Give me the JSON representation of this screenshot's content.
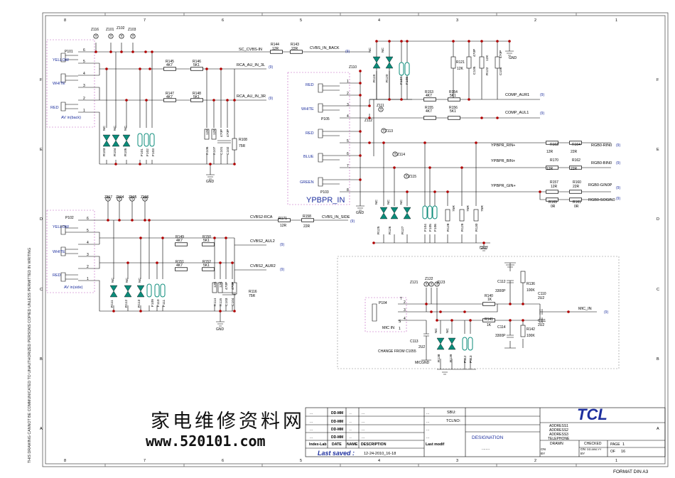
{
  "frame": {
    "columns": [
      "8",
      "7",
      "6",
      "5",
      "4",
      "3",
      "2",
      "1"
    ],
    "rows": [
      "F",
      "E",
      "D",
      "C",
      "B",
      "A"
    ],
    "side_note": "THIS DRAWING CANNOT BE COMMUNICATED TO UNAUTHORIZED PERSONS COPIED UNLESS PERMITTED IN WRITING",
    "format": "FORMAT DIN A3"
  },
  "connectors": {
    "p101": {
      "ref": "P101",
      "caption": "AV in(back)",
      "labels": [
        "YELLOW",
        "WHITE",
        "RED"
      ],
      "pins": [
        "6",
        "5",
        "4",
        "3",
        "2",
        "1"
      ]
    },
    "p102": {
      "ref": "P102",
      "caption": "AV in(side)",
      "labels": [
        "YELLOW",
        "WHITE",
        "RED"
      ],
      "pins": [
        "6",
        "5",
        "4",
        "3",
        "2",
        "1"
      ]
    },
    "p103": {
      "ref": "P103",
      "ref2": "P105",
      "caption": "YPBPR_IN",
      "labels": [
        "RED",
        "WHITE",
        "RED",
        "BLUE",
        "GREEN"
      ],
      "pins": [
        "1",
        "2",
        "3",
        "4",
        "5",
        "6",
        "7",
        "8"
      ]
    },
    "p104": {
      "ref": "P104",
      "caption": "MIC IN",
      "pins": [
        "T",
        "2",
        "3",
        "4",
        "S",
        "1"
      ]
    }
  },
  "nets": {
    "sc_cvbs_in": "SC_CVBS-IN",
    "cvbs_in_back": "CVBS_IN_BACK",
    "rca_au_in_3l": "RCA_AU_IN_3L",
    "rca_au_in_3r": "RCA_AU_IN_3R",
    "cvbs2_rca": "CVBS2-RCA",
    "cvbs_in_side": "CVBS_IN_SIDE",
    "cvbs2_aul2": "CVBS2_AUL2",
    "cvbs2_aur2": "CVBS2_AUR2",
    "comp_aur1": "COMP_AUR1",
    "comp_aul1": "COMP_AUL1",
    "ypbpr_rin": "YPBPR_RIN+",
    "ypbpr_bin": "YPBPR_BIN+",
    "ypbpr_gin": "YPBPR_GIN+",
    "rgb0_rin0": "RGB0-RIN0",
    "rgb0_bin0": "RGB0-BIN0",
    "rgb0_gin0p": "RGB0-GIN0P",
    "rgb0_sogin0": "RGB0-SOGIN0",
    "mic_in": "MIC_IN",
    "micgnd": "MICGND",
    "gnd": "GND",
    "page_ref": "(9)"
  },
  "testpoints": {
    "top_back": [
      "Z116",
      "Z101",
      "Z102",
      "Z103"
    ],
    "top_side": [
      "Z117",
      "Z104",
      "Z105",
      "Z106"
    ],
    "ypbpr": [
      "Z110",
      "Z111",
      "Z112",
      "Z113",
      "Z114",
      "Z115"
    ],
    "mic": [
      "Z121",
      "Z122",
      "Z123"
    ],
    "t": "T"
  },
  "components": {
    "r144": [
      "R144",
      "12R"
    ],
    "r143": [
      "R143",
      "22R"
    ],
    "r145": [
      "R145",
      "4K7"
    ],
    "r146": [
      "R146",
      "5K1"
    ],
    "r147": [
      "R147",
      "4K7"
    ],
    "r148": [
      "R148",
      "5K1"
    ],
    "r108": [
      "R108",
      "75R"
    ],
    "back_diodes": [
      "R103",
      "R104",
      "R105"
    ],
    "back_ferrites": [
      "F101",
      "F102",
      "F103"
    ],
    "back_caps": [
      [
        "R106",
        "12K"
      ],
      [
        "R107",
        "12K"
      ],
      [
        "C101",
        "470P"
      ],
      [
        "C102",
        "470P"
      ]
    ],
    "r171": [
      "R171",
      "12R"
    ],
    "r158": [
      "R158",
      "22R"
    ],
    "r149": [
      "R149",
      "4K7"
    ],
    "r150": [
      "R150",
      "5K1"
    ],
    "r151": [
      "R151",
      "4K7"
    ],
    "r152": [
      "R152",
      "5K1"
    ],
    "r116": [
      "R116",
      "75R"
    ],
    "side_diodes": [
      "R111",
      "R112",
      "R113"
    ],
    "side_ferrites": [
      "F109",
      "F110",
      "F111"
    ],
    "side_caps": [
      [
        "R114",
        "12K"
      ],
      [
        "R115",
        "12K"
      ],
      [
        "C103",
        "470P"
      ],
      [
        "C104",
        "470P"
      ]
    ],
    "r119": "R119",
    "r120": "R120",
    "f107": "F107",
    "f108": "F108",
    "r121": [
      "R121",
      "12K"
    ],
    "r122": [
      "R122",
      "12K"
    ],
    "c105": [
      "C105",
      "470P"
    ],
    "c106": [
      "C106",
      "470P"
    ],
    "r153": [
      "R153",
      "4K7"
    ],
    "r154": [
      "R154",
      "5K1"
    ],
    "r155": [
      "R155",
      "4K7"
    ],
    "r156": [
      "R156",
      "5K1"
    ],
    "r163": [
      "R163",
      "12R"
    ],
    "r164": [
      "R164",
      "22R"
    ],
    "r170": [
      "R170",
      "12R"
    ],
    "r162": [
      "R162",
      "22R"
    ],
    "r157": [
      "R157",
      "12R"
    ],
    "r160": [
      "R160",
      "22R"
    ],
    "r169": [
      "R169",
      "0R"
    ],
    "r161": [
      "R161",
      "0R"
    ],
    "ypb_diodes": [
      "R125",
      "R126",
      "R127"
    ],
    "ypb_ferrites": [
      "F104",
      "F105",
      "F106"
    ],
    "ypb_terms": [
      [
        "R128",
        "75R"
      ],
      [
        "R129",
        "75R"
      ],
      [
        "R130",
        "75R"
      ]
    ],
    "c112": [
      "C112",
      "3300P"
    ],
    "r136": [
      "R136",
      "100K"
    ],
    "r140": [
      "R140",
      "1K"
    ],
    "r141": [
      "R141",
      "1K"
    ],
    "c110": [
      "C110",
      "2U2"
    ],
    "c111": [
      "C111",
      "2U2"
    ],
    "c114": [
      "C114",
      "3300P"
    ],
    "r142": [
      "R142",
      "100K"
    ],
    "c113": [
      "C113",
      "2U2"
    ],
    "change_note": "CHANGE FROM C1055",
    "mic_diodes": [
      "R138",
      "R139"
    ],
    "mic_ferrites": [
      "F112",
      "F113"
    ],
    "nc": "NC",
    "pin1": "1",
    "pin2": "2"
  },
  "title_block": {
    "rev_rows": [
      [
        "...",
        "DD-MM",
        "..",
        "..."
      ],
      [
        "...",
        "DD-MM",
        "..",
        "..."
      ],
      [
        "...",
        "DD-MM",
        "..",
        "..."
      ],
      [
        "...",
        "DD-MM",
        "..",
        "..."
      ]
    ],
    "headers": [
      "Index-Lab",
      "DATE",
      "NAME",
      "DESCRIPTION",
      "Last modif"
    ],
    "last_saved_label": "Last saved :",
    "last_saved_value": "12-24-2010_16-18",
    "sbu": "SBU:",
    "tclno": "TCLNO:",
    "designation": "DESIGNATION",
    "designation_value": "........",
    "logo": "TCL",
    "address": [
      "ADDRESS1",
      "ADDRESS2",
      "ADDRESS3",
      "TELEPHONE"
    ],
    "drawn": "DRAWN",
    "checked": "CHECKED",
    "checked_value": "DD-MM-YY",
    "on": "ON",
    "by": "BY",
    "page_label": "PAGE",
    "page_value": "1",
    "of_label": "OF",
    "of_value": "16"
  },
  "watermark": {
    "cn": "家电维修资料网",
    "url": "www.520101.com"
  }
}
